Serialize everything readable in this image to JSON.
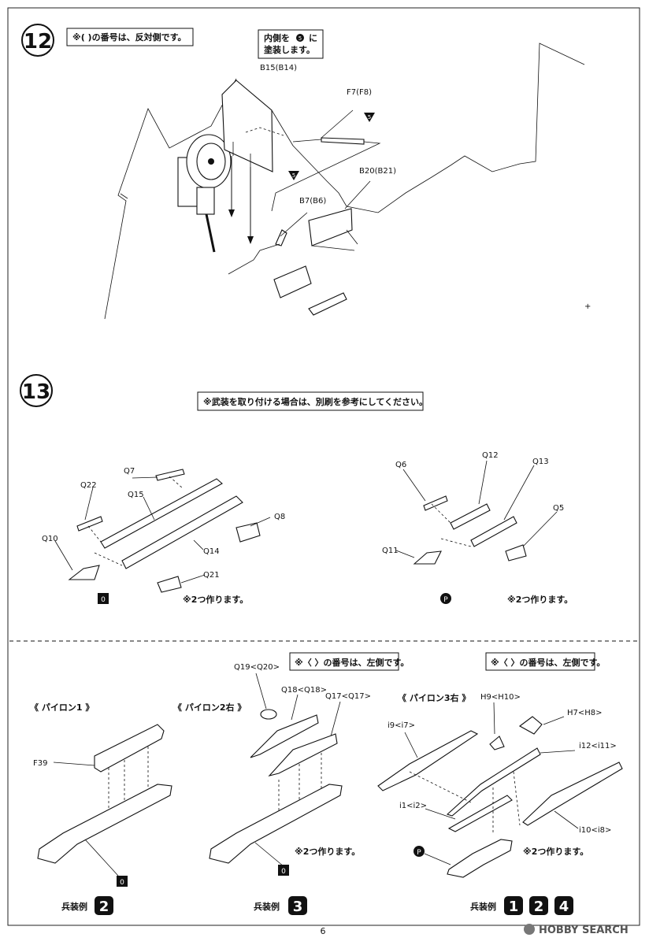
{
  "page_number": "6",
  "watermark": "HOBBY SEARCH",
  "step12": {
    "number": "12",
    "note_opposite": "※( )の番号は、反対側です。",
    "paint_note_line1": "内側を",
    "paint_note_color": "5",
    "paint_note_line1_end": "に",
    "paint_note_line2": "塗装します。",
    "labels": [
      "B15(B14)",
      "F7(F8)",
      "B20(B21)",
      "B7(B6)"
    ],
    "paint_marks": [
      "5",
      "5"
    ]
  },
  "step13": {
    "number": "13",
    "note_weapons": "※武装を取り付ける場合は、別刷を参考にしてください。",
    "left_labels": [
      "Q7",
      "Q22",
      "Q15",
      "Q8",
      "Q10",
      "Q14",
      "Q21"
    ],
    "left_paint": "0",
    "left_make_two": "※2つ作ります。",
    "right_labels": [
      "Q6",
      "Q12",
      "Q13",
      "Q5",
      "Q11"
    ],
    "right_paint": "P",
    "right_make_two": "※2つ作ります。"
  },
  "pylons": {
    "note_left1": "※〈 〉の番号は、左側です。",
    "note_left2": "※〈 〉の番号は、左側です。",
    "pylon1": {
      "title": "《 パイロン1 》",
      "labels": [
        "F39"
      ],
      "paint": "0",
      "weapon_example_label": "兵装例",
      "weapon_examples": [
        "2"
      ]
    },
    "pylon2": {
      "title": "《 パイロン2右 》",
      "labels": [
        "Q19<Q20>",
        "Q18<Q18>",
        "Q17<Q17>"
      ],
      "paint": "0",
      "make_two": "※2つ作ります。",
      "weapon_example_label": "兵装例",
      "weapon_examples": [
        "3"
      ]
    },
    "pylon3": {
      "title": "《 パイロン3右 》",
      "labels": [
        "H9<H10>",
        "H7<H8>",
        "i9<i7>",
        "i12<i11>",
        "i1<i2>",
        "i10<i8>"
      ],
      "paint": "P",
      "make_two": "※2つ作ります。",
      "weapon_example_label": "兵装例",
      "weapon_examples": [
        "1",
        "2",
        "4"
      ]
    }
  }
}
